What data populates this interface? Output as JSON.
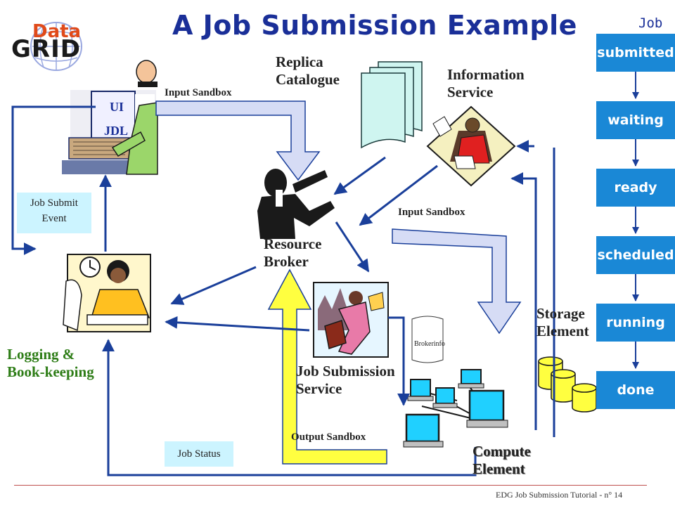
{
  "title": "A Job Submission Example",
  "logo": {
    "text_top": "Data",
    "text_bottom": "GRID"
  },
  "labels": {
    "replica_catalogue": [
      "Replica",
      "Catalogue"
    ],
    "information_service": [
      "Information",
      "Service"
    ],
    "resource_broker": [
      "Resource",
      "Broker"
    ],
    "logging": [
      "Logging &",
      "Book-keeping"
    ],
    "job_submission_service": [
      "Job Submission",
      "Service"
    ],
    "storage_element": [
      "Storage",
      "Element"
    ],
    "compute_element": [
      "Compute",
      "Element"
    ],
    "ui": "UI",
    "jdl": "JDL",
    "brokerinfo": "Brokerinfo"
  },
  "flows": {
    "input_sandbox_top": "Input Sandbox",
    "input_sandbox_right": "Input Sandbox",
    "output_sandbox": "Output Sandbox"
  },
  "events": {
    "job_submit_event": [
      "Job Submit",
      "Event"
    ],
    "job_status": "Job Status"
  },
  "job_states": {
    "header": "Job",
    "states": [
      "submitted",
      "waiting",
      "ready",
      "scheduled",
      "running",
      "done"
    ]
  },
  "footer": "EDG Job Submission Tutorial - n° 14",
  "colors": {
    "title": "#1a2f98",
    "state_box": "#1a88d6",
    "connector": "#1a3f9a",
    "sandbox_arrow": "#d6dcf5",
    "output_arrow": "#ffff40",
    "event_box": "#ccf4ff",
    "logging_label": "#2e7d17"
  }
}
